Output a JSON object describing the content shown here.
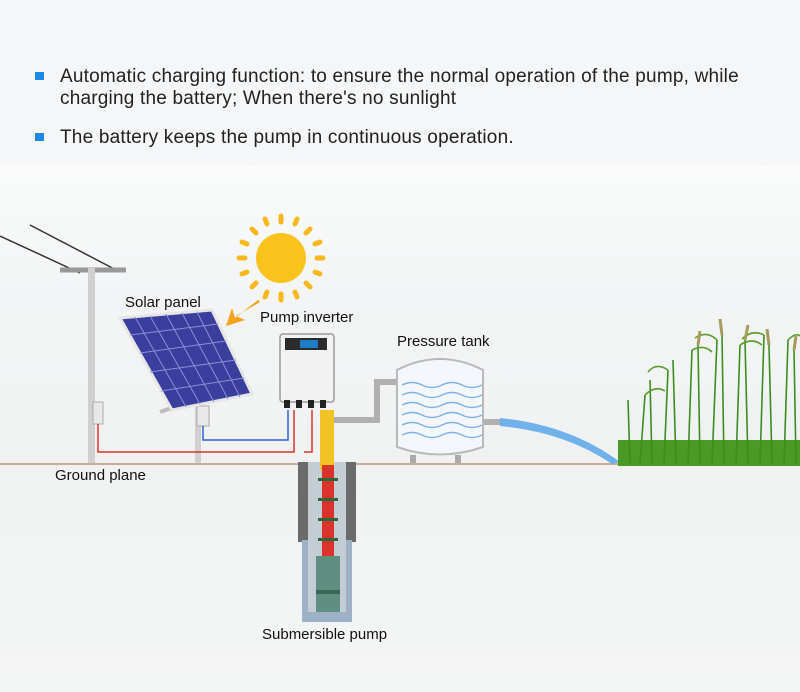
{
  "bullets": [
    {
      "text": "Automatic charging function: to ensure the normal operation of the pump, while charging the battery; When there's no sunlight"
    },
    {
      "text": "The battery keeps the pump in continuous operation."
    }
  ],
  "labels": {
    "solar_panel": "Solar panel",
    "pump_inverter": "Pump inverter",
    "pressure_tank": "Pressure tank",
    "ground_plane": "Ground plane",
    "submersible_pump": "Submersible pump"
  },
  "colors": {
    "bullet": "#1e88e5",
    "sun": "#f6b81c",
    "panel": "#3b3f9e",
    "wire_red": "#d9342b",
    "wire_blue": "#2f5fd0",
    "grass": "#3c8d1f",
    "water": "#5aa6e8"
  }
}
